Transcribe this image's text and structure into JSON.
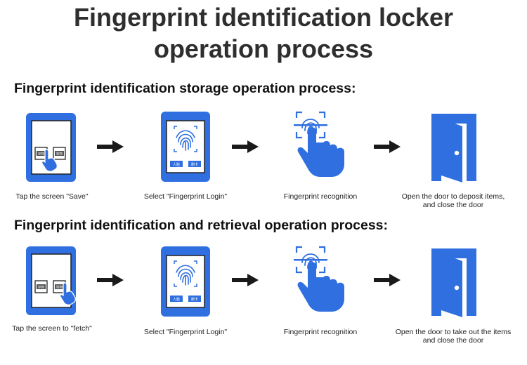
{
  "title": {
    "line1": "Fingerprint identification locker",
    "line2": "operation process"
  },
  "colors": {
    "accent": "#2f6fe0",
    "arrow": "#1a1a1a"
  },
  "sections": [
    {
      "heading": "Fingerprint identification storage operation process:",
      "steps": [
        {
          "icon": "screen-tap-icon",
          "caption": [
            "Tap the screen \"Save\""
          ],
          "buttons": [
            "存物",
            "取物"
          ]
        },
        {
          "icon": "fingerprint-login-screen-icon",
          "caption": [
            "Select \"Fingerprint Login\""
          ],
          "buttons": [
            "人脸",
            "刷卡"
          ]
        },
        {
          "icon": "fingerprint-scan-icon",
          "caption": [
            "Fingerprint recognition"
          ]
        },
        {
          "icon": "open-door-icon",
          "caption": [
            "Open the door to deposit items,",
            "and close the door"
          ]
        }
      ]
    },
    {
      "heading": "Fingerprint identification and retrieval operation process:",
      "steps": [
        {
          "icon": "screen-tap-icon",
          "caption": [
            "Tap the screen to \"fetch\""
          ],
          "buttons": [
            "存物",
            "取物"
          ]
        },
        {
          "icon": "fingerprint-login-screen-icon",
          "caption": [
            "Select \"Fingerprint Login\""
          ],
          "buttons": [
            "人脸",
            "刷卡"
          ]
        },
        {
          "icon": "fingerprint-scan-icon",
          "caption": [
            "Fingerprint recognition"
          ]
        },
        {
          "icon": "open-door-icon",
          "caption": [
            "Open the door to take out the items",
            "and close the door"
          ]
        }
      ]
    }
  ]
}
